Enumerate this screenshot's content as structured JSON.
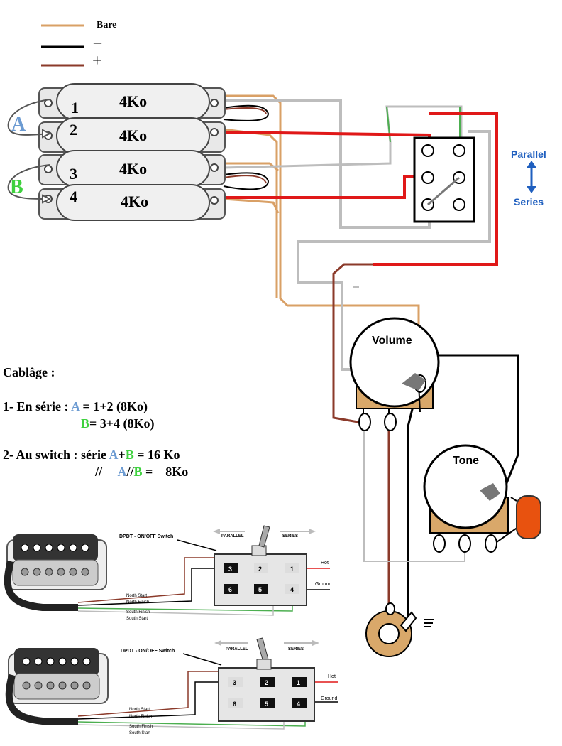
{
  "legend": {
    "bare": "Bare",
    "minus": "–",
    "plus": "+"
  },
  "pickups": [
    {
      "number": "1",
      "value": "4Ko"
    },
    {
      "number": "2",
      "value": "4Ko"
    },
    {
      "number": "3",
      "value": "4Ko"
    },
    {
      "number": "4",
      "value": "4Ko"
    }
  ],
  "groups": {
    "a": "A",
    "b": "B"
  },
  "switch_labels": {
    "parallel": "Parallel",
    "series": "Series"
  },
  "pots": {
    "volume": "Volume",
    "tone": "Tone"
  },
  "cablage": {
    "title": "Cablâge :",
    "l1_pre": "1- En série : ",
    "l1_a": "A",
    "l1_post": " = 1+2 (8Ko)",
    "l2_b": "B",
    "l2_post": "= 3+4 (8Ko)",
    "l3_pre": "2- Au switch : série ",
    "l3_a": "A",
    "l3_plus": "+",
    "l3_b": "B",
    "l3_post": " = 16 Ko",
    "l4_pre": "//     ",
    "l4_a": "A",
    "l4_sep": "//",
    "l4_b": "B",
    "l4_post": " =    8Ko"
  },
  "dpdt_top": {
    "title": "DPDT - ON/OFF Switch",
    "parallel": "PARALLEL",
    "series": "SERIES",
    "terminals": [
      "3",
      "2",
      "1",
      "6",
      "5",
      "4"
    ],
    "hot": "Hot",
    "ground": "Ground",
    "wires": [
      "North Start",
      "North Finish",
      "South Finish",
      "South Start"
    ]
  },
  "dpdt_bottom": {
    "title": "DPDT - ON/OFF Switch",
    "parallel": "PARALLEL",
    "series": "SERIES",
    "terminals": [
      "3",
      "2",
      "1",
      "6",
      "5",
      "4"
    ],
    "hot": "Hot",
    "ground": "Ground",
    "wires": [
      "North Start",
      "North Finish",
      "South Finish",
      "South Start"
    ]
  },
  "colors": {
    "bare": "#d9a066",
    "minus": "#000000",
    "plus": "#8b3a2a",
    "red": "#e01818",
    "gray": "#bdbdbd",
    "green_wire": "#4caf50",
    "group_a": "#6c9bd2",
    "group_b": "#3ed13e",
    "label_blue": "#1f5fbf",
    "pot_tan": "#d9a86a",
    "capacitor": "#e8520f"
  }
}
